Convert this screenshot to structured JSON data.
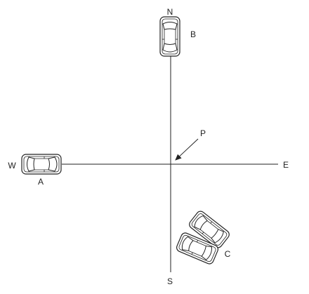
{
  "colors": {
    "ink": "#222222",
    "car_fill": "#ffffff",
    "background": "#ffffff"
  },
  "compass": {
    "north": "N",
    "south": "S",
    "east": "E",
    "west": "W"
  },
  "point": {
    "label": "P"
  },
  "vehicles": [
    {
      "label": "A",
      "icon": "car-top-view-icon"
    },
    {
      "label": "B",
      "icon": "car-top-view-icon"
    },
    {
      "label": "C",
      "icon": "two-car-top-view-icon"
    }
  ]
}
